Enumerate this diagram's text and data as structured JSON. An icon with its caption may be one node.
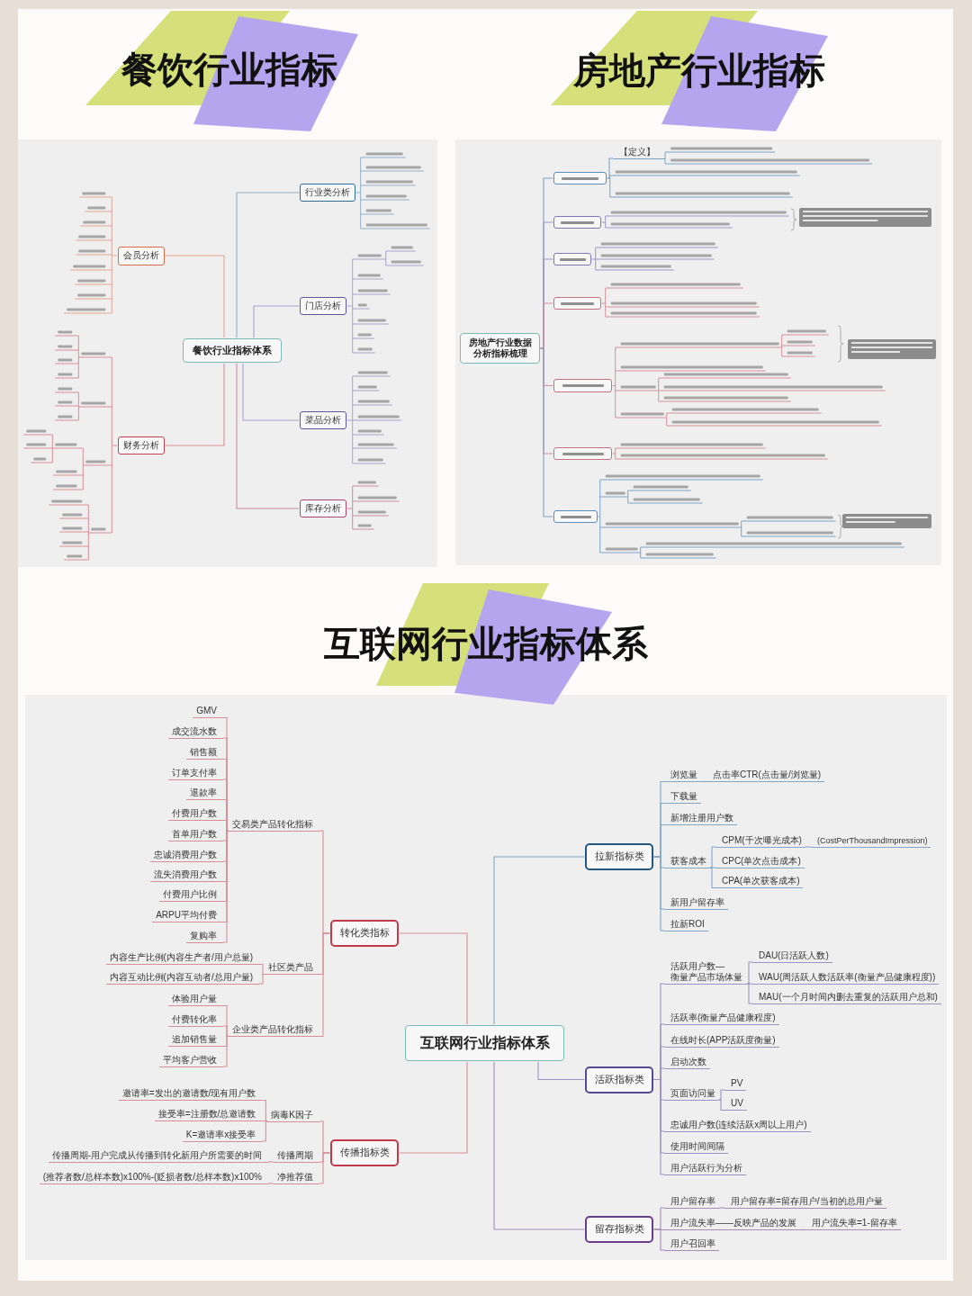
{
  "diagram": {
    "nodes": [
      {
        "text": [
          "餐饮行业指标体系"
        ]
      },
      {
        "text": [
          "行业类分析"
        ]
      },
      {
        "text": [
          "会员分析"
        ]
      },
      {
        "text": [
          "门店分析"
        ]
      },
      {
        "text": [
          "菜品分析"
        ]
      },
      {
        "text": [
          "财务分析"
        ]
      },
      {
        "text": [
          "库存分析"
        ]
      },
      {
        "text": [
          "房地产行业数据分析指标梳理"
        ]
      },
      {
        "text": [],
        "shape": "box"
      },
      {
        "text": [
          "【定义】"
        ]
      },
      {
        "text": [],
        "shape": "box"
      },
      {
        "text": [],
        "shape": "box"
      },
      {
        "text": [],
        "shape": "box"
      },
      {
        "text": [],
        "shape": "box"
      },
      {
        "text": [],
        "shape": "box"
      },
      {
        "text": [],
        "shape": "box"
      },
      {
        "text": [
          "互联网行业指标体系"
        ]
      },
      {
        "text": [
          "转化类指标"
        ]
      },
      {
        "text": [
          "交易类产品转化指标"
        ]
      },
      {
        "text": [
          "GMV"
        ]
      },
      {
        "text": [
          "成交流水数"
        ]
      },
      {
        "text": [
          "销售额"
        ]
      },
      {
        "text": [
          "订单支付率"
        ]
      },
      {
        "text": [
          "退款率"
        ]
      },
      {
        "text": [
          "付费用户数"
        ]
      },
      {
        "text": [
          "首单用户数"
        ]
      },
      {
        "text": [
          "忠诚消费用户数"
        ]
      },
      {
        "text": [
          "流失消费用户数"
        ]
      },
      {
        "text": [
          "付费用户比例"
        ]
      },
      {
        "text": [
          "ARPU平均付费"
        ]
      },
      {
        "text": [
          "复购率"
        ]
      },
      {
        "text": [
          "社区类产品"
        ]
      },
      {
        "text": [
          "内容生产比例(内容生产者/用户总量)"
        ]
      },
      {
        "text": [
          "内容互动比例(内容互动者/总用户量)"
        ]
      },
      {
        "text": [
          "企业类产品转化指标"
        ]
      },
      {
        "text": [
          "体验用户量"
        ]
      },
      {
        "text": [
          "付费转化率"
        ]
      },
      {
        "text": [
          "追加销售量"
        ]
      },
      {
        "text": [
          "平均客户营收"
        ]
      },
      {
        "text": [
          "传播指标类"
        ]
      },
      {
        "text": [
          "病毒K因子"
        ]
      },
      {
        "text": [
          "邀请率=发出的邀请数/现有用户数"
        ]
      },
      {
        "text": [
          "接受率=注册数/总邀请数"
        ]
      },
      {
        "text": [
          "K=邀请率x接受率"
        ]
      },
      {
        "text": [
          "传播周期"
        ]
      },
      {
        "text": [
          "传播周期-用户完成从传播到转化新用户所需要的时间"
        ]
      },
      {
        "text": [
          "净推荐值"
        ]
      },
      {
        "text": [
          "(推荐者数/总样本数)x100%-(贬损者数/总样本数)x100%"
        ]
      },
      {
        "text": [
          "拉新指标类"
        ]
      },
      {
        "text": [
          "浏览量"
        ]
      },
      {
        "text": [
          "点击率CTR(点击量/浏览量)"
        ]
      },
      {
        "text": [
          "下载量"
        ]
      },
      {
        "text": [
          "新增注册用户数"
        ]
      },
      {
        "text": [
          "获客成本"
        ]
      },
      {
        "text": [
          "CPM(千次曝光成本)"
        ]
      },
      {
        "text": [
          "(CostPerThousandImpression)"
        ]
      },
      {
        "text": [
          "CPC(单次点击成本)"
        ]
      },
      {
        "text": [
          "CPA(单次获客成本)"
        ]
      },
      {
        "text": [
          "新用户留存率"
        ]
      },
      {
        "text": [
          "拉新ROI"
        ]
      },
      {
        "text": [
          "活跃指标类"
        ]
      },
      {
        "text": [
          "活跃用户数— 衡量产品市场体量"
        ]
      },
      {
        "text": [
          "DAU(日活跃人数)"
        ]
      },
      {
        "text": [
          "WAU(周活跃人数活跃率(衡量产品健康程度))"
        ]
      },
      {
        "text": [
          "MAU(一个月时间内删去重复的活跃用户总和)"
        ]
      },
      {
        "text": [
          "活跃率(衡量产品健康程度)"
        ]
      },
      {
        "text": [
          "在线时长(APP活跃度衡量)"
        ]
      },
      {
        "text": [
          "启动次数"
        ]
      },
      {
        "text": [
          "页面访问量"
        ]
      },
      {
        "text": [
          "PV"
        ]
      },
      {
        "text": [
          "UV"
        ]
      },
      {
        "text": [
          "忠诚用户数(连续活跃x周以上用户)"
        ]
      },
      {
        "text": [
          "使用时间间隔"
        ]
      },
      {
        "text": [
          "用户活跃行为分析"
        ]
      },
      {
        "text": [
          "留存指标类"
        ]
      },
      {
        "text": [
          "用户留存率"
        ]
      },
      {
        "text": [
          "用户留存率=留存用户/当初的总用户量"
        ]
      },
      {
        "text": [
          "用户流失率——反映产品的发展"
        ]
      },
      {
        "text": [
          "用户流失率=1-留存率"
        ]
      },
      {
        "text": [
          "用户召回率"
        ]
      }
    ],
    "edges": [
      {
        "from": 0,
        "to": 1,
        "arrow": "none",
        "color": "#8fb0cc"
      },
      {
        "from": 0,
        "to": 2,
        "arrow": "none",
        "color": "#e3a692"
      },
      {
        "from": 0,
        "to": 3,
        "arrow": "none",
        "color": "#aaa1cc"
      },
      {
        "from": 0,
        "to": 4,
        "arrow": "none",
        "color": "#aaa1cc"
      },
      {
        "from": 0,
        "to": 5,
        "arrow": "none"
      },
      {
        "from": 0,
        "to": 6,
        "arrow": "none",
        "color": "#c98aa2"
      },
      {
        "from": 7,
        "to": 8,
        "arrow": "none",
        "color": "#7aa3c9"
      },
      {
        "from": 8,
        "to": 9,
        "arrow": "none",
        "color": "#7aa3c9"
      },
      {
        "from": 7,
        "to": 10,
        "arrow": "none",
        "color": "#9d95c4"
      },
      {
        "from": 7,
        "to": 11,
        "arrow": "none",
        "color": "#9d95c4"
      },
      {
        "from": 7,
        "to": 12,
        "arrow": "none"
      },
      {
        "from": 7,
        "to": 13,
        "arrow": "none"
      },
      {
        "from": 7,
        "to": 14,
        "arrow": "none"
      },
      {
        "from": 7,
        "to": 15,
        "arrow": "none",
        "color": "#7aa3c9"
      },
      {
        "from": 16,
        "to": 17,
        "arrow": "none"
      },
      {
        "from": 17,
        "to": 18,
        "arrow": "none"
      },
      {
        "from": 18,
        "to": 19,
        "arrow": "none"
      },
      {
        "from": 18,
        "to": 20,
        "arrow": "none"
      },
      {
        "from": 18,
        "to": 21,
        "arrow": "none"
      },
      {
        "from": 18,
        "to": 22,
        "arrow": "none"
      },
      {
        "from": 18,
        "to": 23,
        "arrow": "none"
      },
      {
        "from": 18,
        "to": 24,
        "arrow": "none"
      },
      {
        "from": 18,
        "to": 25,
        "arrow": "none"
      },
      {
        "from": 18,
        "to": 26,
        "arrow": "none"
      },
      {
        "from": 18,
        "to": 27,
        "arrow": "none"
      },
      {
        "from": 18,
        "to": 28,
        "arrow": "none"
      },
      {
        "from": 18,
        "to": 29,
        "arrow": "none"
      },
      {
        "from": 18,
        "to": 30,
        "arrow": "none"
      },
      {
        "from": 17,
        "to": 31,
        "arrow": "none"
      },
      {
        "from": 31,
        "to": 32,
        "arrow": "none"
      },
      {
        "from": 31,
        "to": 33,
        "arrow": "none"
      },
      {
        "from": 17,
        "to": 34,
        "arrow": "none"
      },
      {
        "from": 34,
        "to": 35,
        "arrow": "none"
      },
      {
        "from": 34,
        "to": 36,
        "arrow": "none"
      },
      {
        "from": 34,
        "to": 37,
        "arrow": "none"
      },
      {
        "from": 34,
        "to": 38,
        "arrow": "none"
      },
      {
        "from": 16,
        "to": 39,
        "arrow": "none"
      },
      {
        "from": 39,
        "to": 40,
        "arrow": "none"
      },
      {
        "from": 40,
        "to": 41,
        "arrow": "none"
      },
      {
        "from": 40,
        "to": 42,
        "arrow": "none"
      },
      {
        "from": 40,
        "to": 43,
        "arrow": "none"
      },
      {
        "from": 39,
        "to": 44,
        "arrow": "none"
      },
      {
        "from": 44,
        "to": 45,
        "arrow": "none"
      },
      {
        "from": 39,
        "to": 46,
        "arrow": "none"
      },
      {
        "from": 46,
        "to": 47,
        "arrow": "none"
      },
      {
        "from": 16,
        "to": 48,
        "arrow": "none",
        "color": "#7fa7ca"
      },
      {
        "from": 48,
        "to": 49,
        "arrow": "none",
        "color": "#7fa7ca"
      },
      {
        "from": 49,
        "to": 50,
        "arrow": "none",
        "color": "#7fa7ca"
      },
      {
        "from": 48,
        "to": 51,
        "arrow": "none",
        "color": "#7fa7ca"
      },
      {
        "from": 48,
        "to": 52,
        "arrow": "none",
        "color": "#7fa7ca"
      },
      {
        "from": 48,
        "to": 53,
        "arrow": "none",
        "color": "#7fa7ca"
      },
      {
        "from": 53,
        "to": 54,
        "arrow": "none",
        "color": "#7fa7ca"
      },
      {
        "from": 54,
        "to": 55,
        "arrow": "none",
        "color": "#7fa7ca"
      },
      {
        "from": 53,
        "to": 56,
        "arrow": "none",
        "color": "#7fa7ca"
      },
      {
        "from": 53,
        "to": 57,
        "arrow": "none",
        "color": "#7fa7ca"
      },
      {
        "from": 48,
        "to": 58,
        "arrow": "none",
        "color": "#7fa7ca"
      },
      {
        "from": 48,
        "to": 59,
        "arrow": "none",
        "color": "#7fa7ca"
      },
      {
        "from": 16,
        "to": 60,
        "arrow": "none",
        "color": "#9c92c4"
      },
      {
        "from": 60,
        "to": 61,
        "arrow": "none",
        "color": "#9c92c4"
      },
      {
        "from": 61,
        "to": 62,
        "arrow": "none",
        "color": "#9c92c4"
      },
      {
        "from": 61,
        "to": 63,
        "arrow": "none",
        "color": "#9c92c4"
      },
      {
        "from": 61,
        "to": 64,
        "arrow": "none",
        "color": "#9c92c4"
      },
      {
        "from": 60,
        "to": 65,
        "arrow": "none",
        "color": "#9c92c4"
      },
      {
        "from": 60,
        "to": 66,
        "arrow": "none",
        "color": "#9c92c4"
      },
      {
        "from": 60,
        "to": 67,
        "arrow": "none",
        "color": "#9c92c4"
      },
      {
        "from": 60,
        "to": 68,
        "arrow": "none",
        "color": "#9c92c4"
      },
      {
        "from": 68,
        "to": 69,
        "arrow": "none",
        "color": "#9c92c4"
      },
      {
        "from": 68,
        "to": 70,
        "arrow": "none",
        "color": "#9c92c4"
      },
      {
        "from": 60,
        "to": 71,
        "arrow": "none",
        "color": "#9c92c4"
      },
      {
        "from": 60,
        "to": 72,
        "arrow": "none",
        "color": "#9c92c4"
      },
      {
        "from": 60,
        "to": 73,
        "arrow": "none",
        "color": "#9c92c4"
      },
      {
        "from": 16,
        "to": 74,
        "arrow": "none",
        "color": "#a48bb8"
      },
      {
        "from": 74,
        "to": 75,
        "arrow": "none",
        "color": "#a48bb8"
      },
      {
        "from": 75,
        "to": 76,
        "arrow": "none",
        "color": "#a48bb8"
      },
      {
        "from": 74,
        "to": 77,
        "arrow": "none",
        "color": "#a48bb8"
      },
      {
        "from": 77,
        "to": 78,
        "arrow": "none",
        "color": "#a48bb8"
      },
      {
        "from": 74,
        "to": 79,
        "arrow": "none",
        "color": "#a48bb8"
      }
    ],
    "labels": [
      "餐饮行业指标",
      "房地产行业指标",
      "互联网行业指标体系"
    ]
  }
}
